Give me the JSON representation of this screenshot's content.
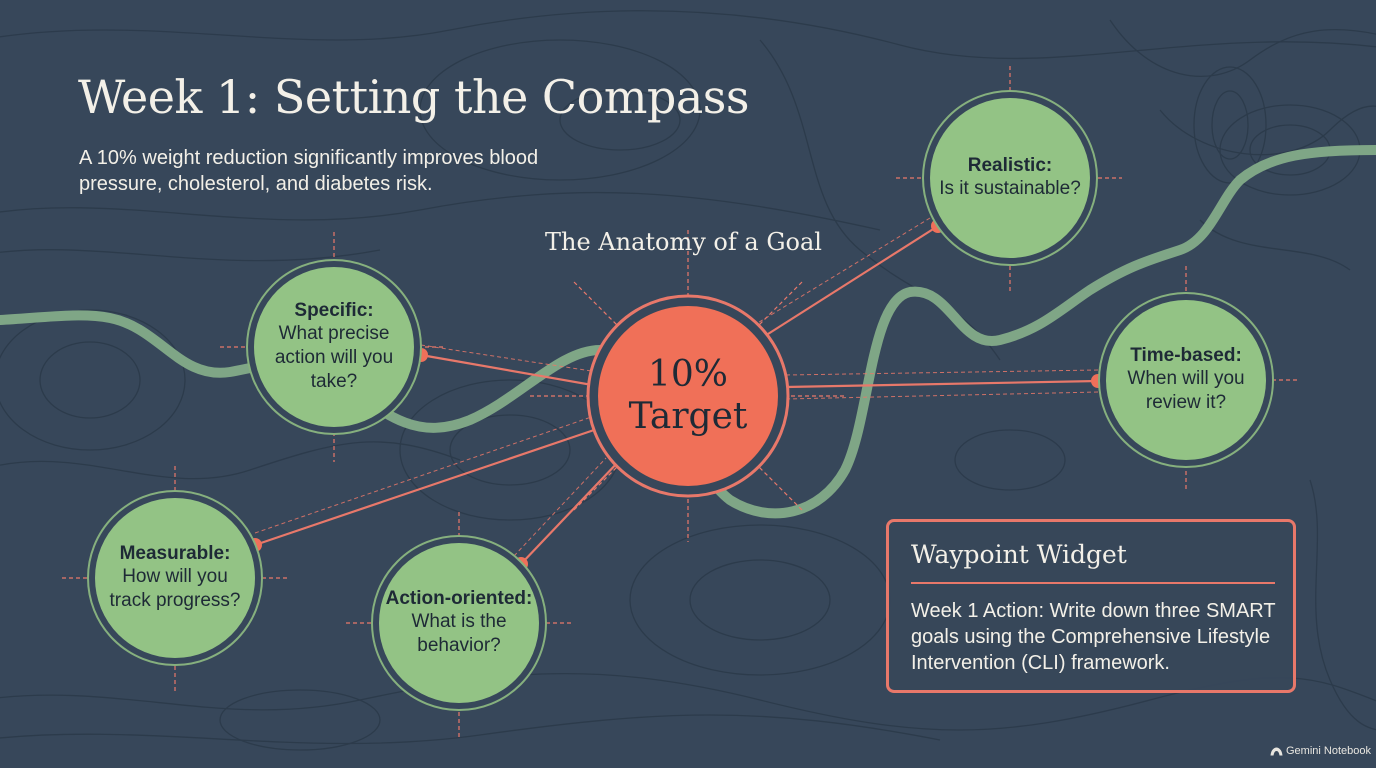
{
  "header": {
    "title": "Week 1: Setting the Compass",
    "subtitle": "A 10% weight reduction significantly improves blood pressure, cholesterol, and diabetes risk."
  },
  "diagram": {
    "heading": "The Anatomy of a Goal",
    "center": {
      "line1": "10%",
      "line2": "Target"
    },
    "nodes": {
      "specific": {
        "title": "Specific:",
        "question": "What precise action will you take?"
      },
      "measurable": {
        "title": "Measurable:",
        "question": "How will you track progress?"
      },
      "action": {
        "title": "Action-oriented:",
        "question": "What is the behavior?"
      },
      "realistic": {
        "title": "Realistic:",
        "question": "Is it sustainable?"
      },
      "timebased": {
        "title": "Time-based:",
        "question": "When will you review it?"
      }
    }
  },
  "widget": {
    "title": "Waypoint Widget",
    "body": "Week 1 Action: Write down three SMART goals using the Comprehensive Lifestyle Intervention (CLI) framework."
  },
  "brand": {
    "label": "Gemini Notebook",
    "icon": "gemini-notebook-icon"
  },
  "colors": {
    "background": "#37475a",
    "node_fill": "#93c385",
    "target_fill": "#f07058",
    "accent": "#e8786a",
    "path_green": "#7fa686",
    "text_light": "#f3f0e8"
  }
}
